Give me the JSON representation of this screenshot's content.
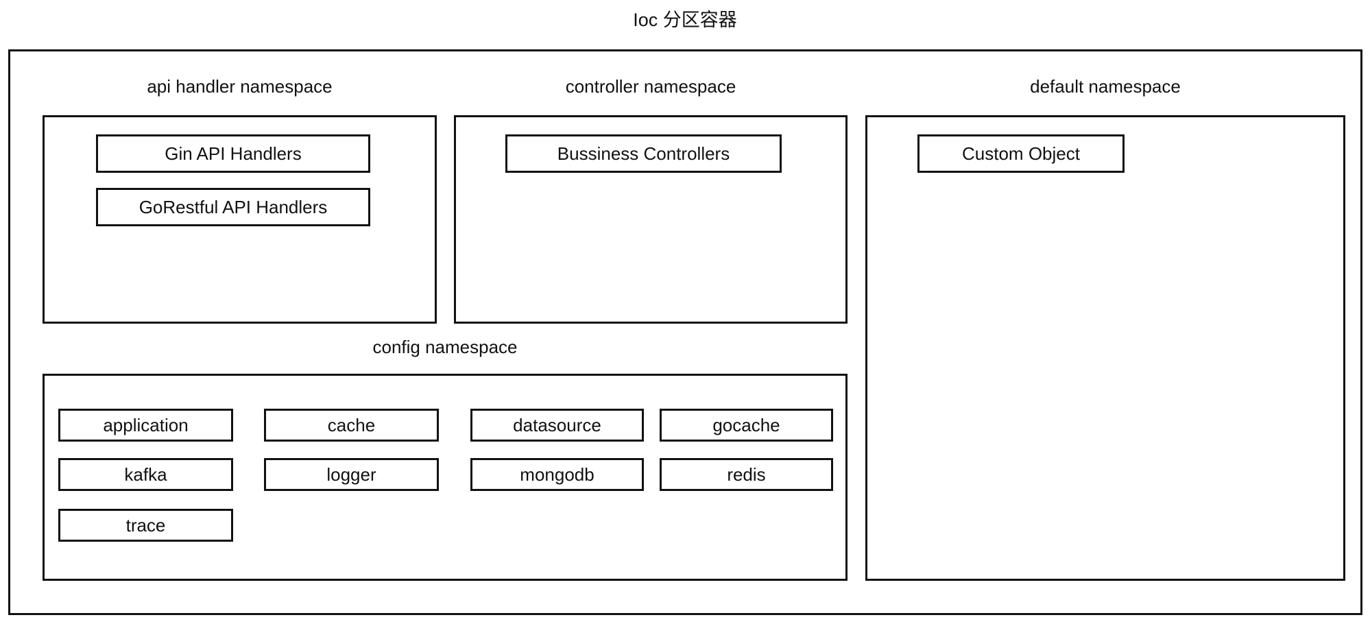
{
  "title": "Ioc 分区容器",
  "colors": {
    "stroke": "#111111",
    "text": "#111111",
    "background": "#ffffff"
  },
  "namespaces": {
    "api_handler": {
      "label": "api handler namespace",
      "items": [
        "Gin API Handlers",
        "GoRestful API Handlers"
      ]
    },
    "controller": {
      "label": "controller namespace",
      "items": [
        "Bussiness Controllers"
      ]
    },
    "default": {
      "label": "default namespace",
      "items": [
        "Custom Object"
      ]
    },
    "config": {
      "label": "config namespace",
      "items": [
        "application",
        "cache",
        "datasource",
        "gocache",
        "kafka",
        "logger",
        "mongodb",
        "redis",
        "trace"
      ]
    }
  }
}
